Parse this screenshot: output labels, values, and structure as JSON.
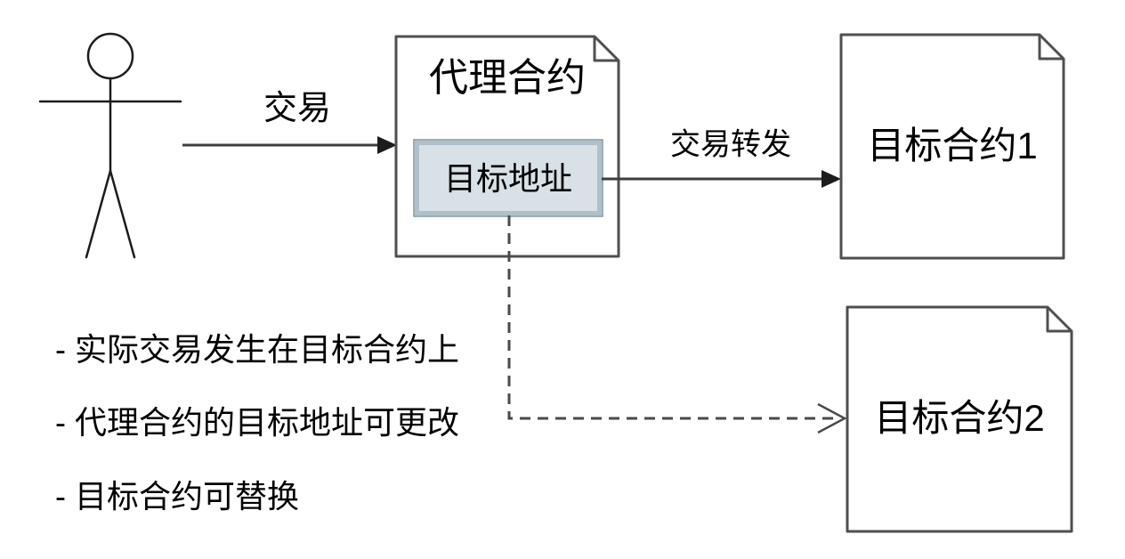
{
  "nodes": {
    "proxy_contract": {
      "title": "代理合约"
    },
    "target_address": {
      "label": "目标地址"
    },
    "target_contract_1": {
      "title": "目标合约1"
    },
    "target_contract_2": {
      "title": "目标合约2"
    }
  },
  "edges": {
    "transaction": {
      "label": "交易",
      "style": "solid-filled-arrow"
    },
    "transaction_forward": {
      "label": "交易转发",
      "style": "solid-filled-arrow"
    },
    "mutable_target": {
      "style": "dashed-open-arrow"
    }
  },
  "notes": [
    "- 实际交易发生在目标合约上",
    "- 代理合约的目标地址可更改",
    "- 目标合约可替换"
  ],
  "colors": {
    "background": "#ffffff",
    "shape_stroke": "#4f4f4f",
    "shape_fill": "#ffffff",
    "arrow_stroke": "#3d3d3d",
    "arrowhead_fill": "#1c1c1c",
    "actor_stroke": "#1c1c1c",
    "dashed_stroke": "#4a4a4a",
    "address_box_fill": "#d8e1e6",
    "address_box_border": "#aec0ca",
    "address_box_outline": "#7e929e",
    "text": "#000000"
  }
}
